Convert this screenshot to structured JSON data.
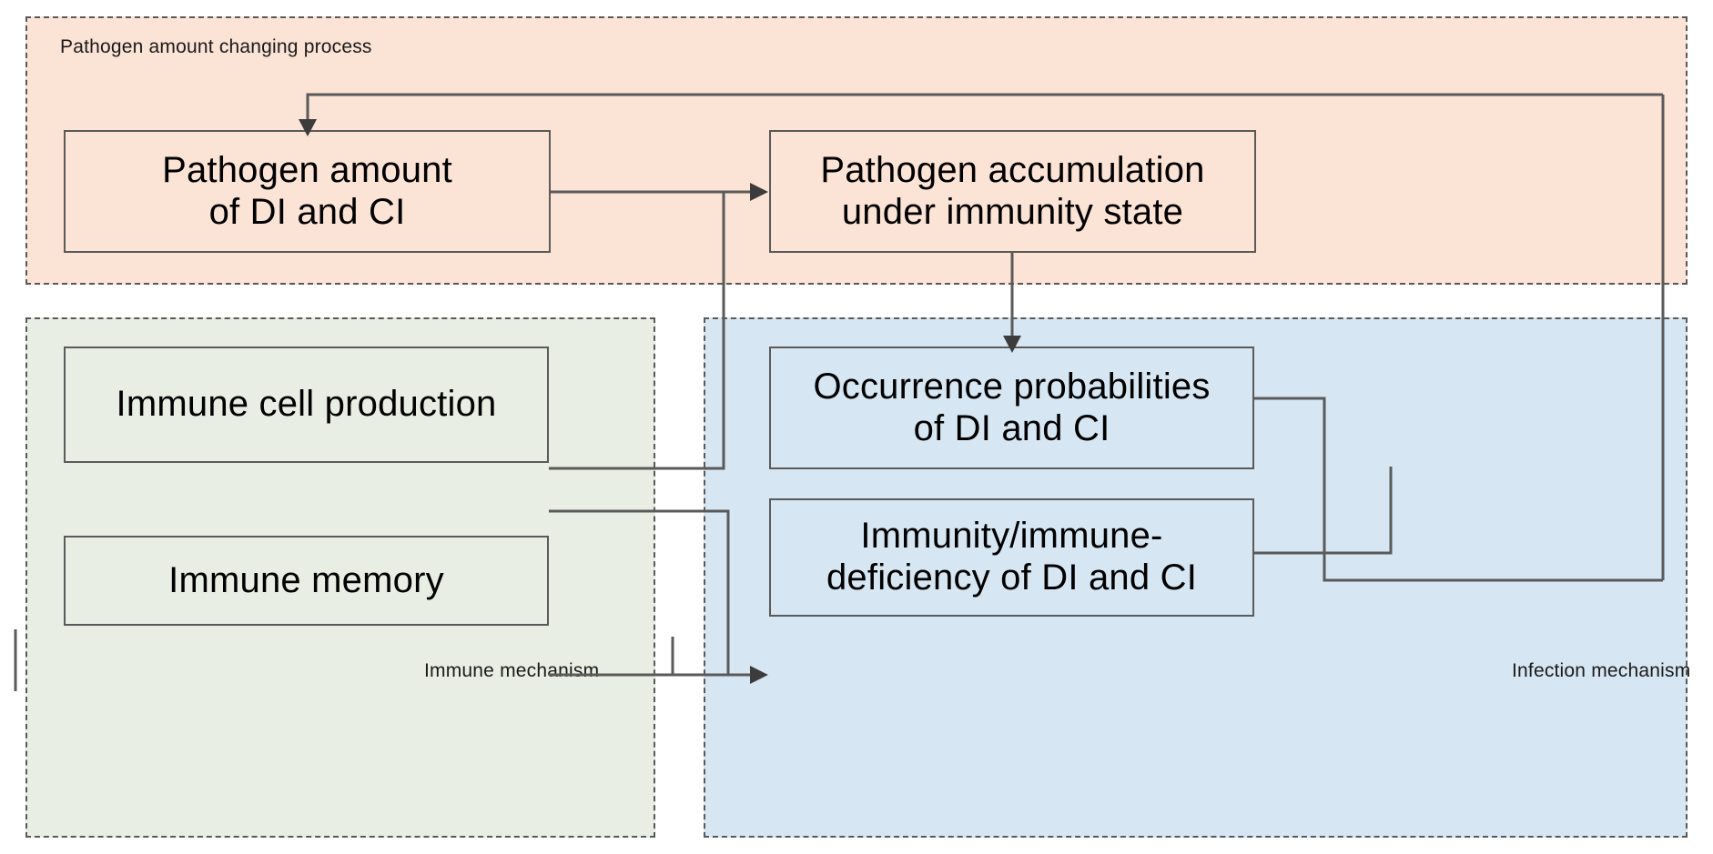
{
  "figure": {
    "title": "Pathogen amount changing process / Immune mechanism / Infection mechanism flow diagram",
    "type": "block-flow-diagram"
  },
  "groups": {
    "pathogen_process": {
      "label": "Pathogen amount changing process",
      "color": "#fbe3d5"
    },
    "immune_mechanism": {
      "label": "Immune  mechanism",
      "color": "#e8eee3"
    },
    "infection_mechanism": {
      "label": "Infection mechanism",
      "color": "#d6e6f2"
    }
  },
  "boxes": {
    "pathogen_amount": {
      "line1": "Pathogen   amount",
      "line2": "of DI and CI"
    },
    "pathogen_accumulation": {
      "line1": "Pathogen accumulation",
      "line2": "under immunity state"
    },
    "immune_cell_production": {
      "line1": "Immune cell production"
    },
    "immune_memory": {
      "line1": "Immune memory"
    },
    "occurrence_probabilities": {
      "line1": "Occurrence   probabilities",
      "line2": "of DI and CI"
    },
    "immunity_deficiency": {
      "line1": "Immunity/immune-",
      "line2": "deficiency of DI and CI"
    }
  },
  "colors": {
    "border": "#5a5a5a",
    "dashed_border": "#595959",
    "arrow": "#3c3c3c",
    "text": "#000000",
    "background": "#ffffff"
  }
}
